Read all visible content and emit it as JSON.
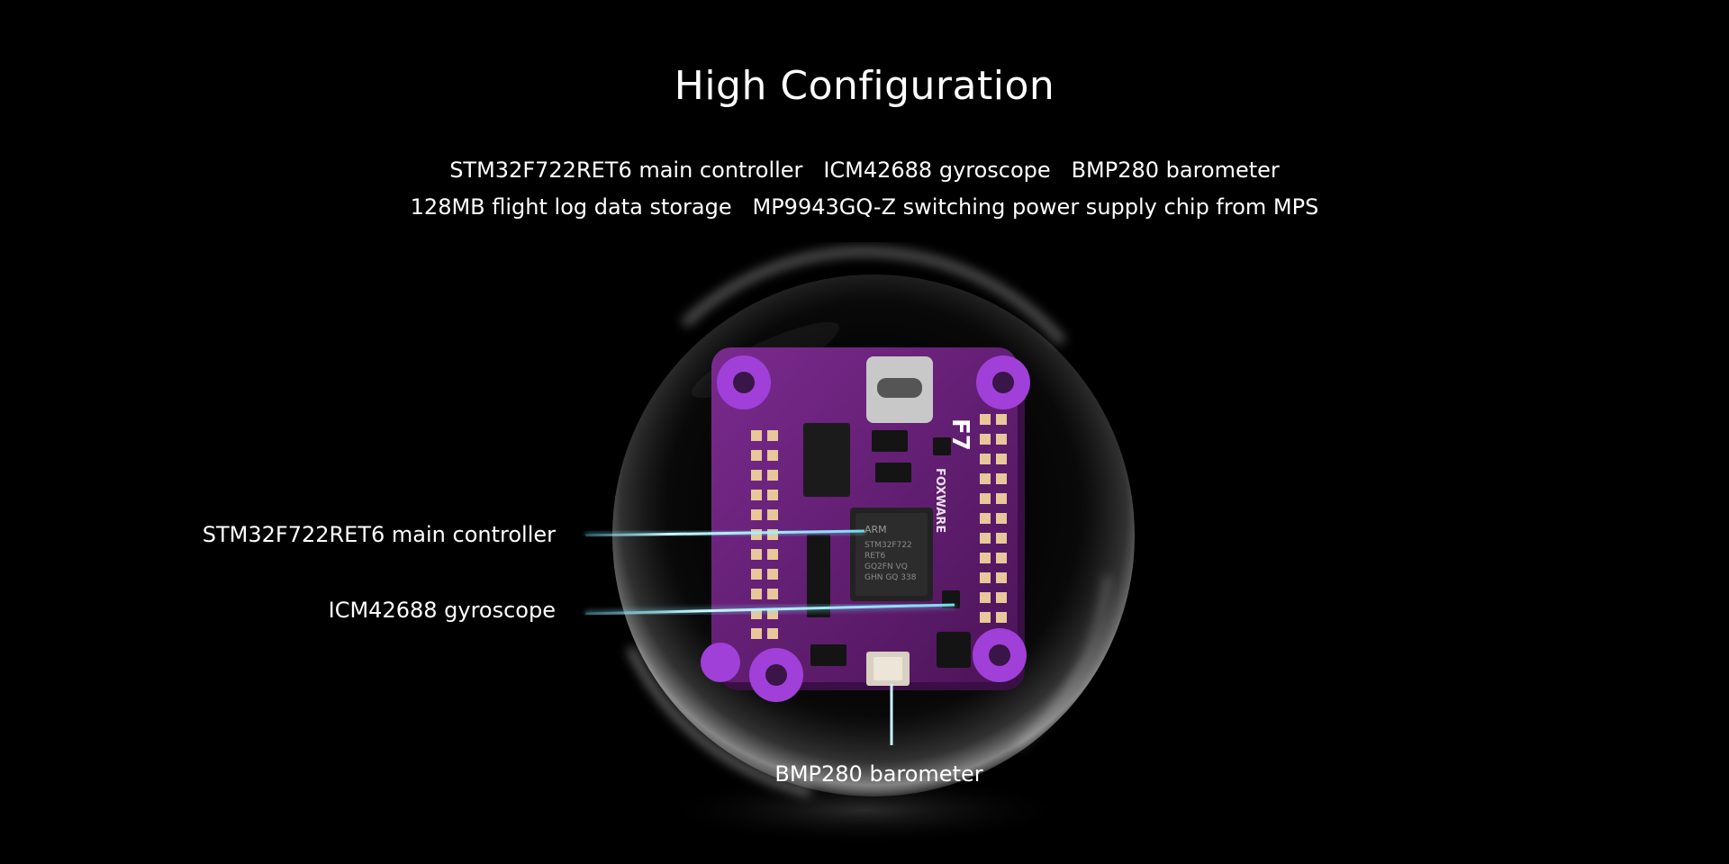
{
  "header": {
    "title": "High Configuration",
    "line1": "STM32F722RET6 main controller   ICM42688 gyroscope   BMP280 barometer",
    "line2": "128MB flight log data storage   MP9943GQ-Z switching power supply chip from MPS"
  },
  "board": {
    "brand": "FOXWARE",
    "model": "F7",
    "chip_brand": "ARM",
    "chip_text": [
      "STM32F722",
      "RET6",
      "GQ2FN VQ",
      "GHN GQ 338"
    ],
    "pcb_color": "#6a1f7a",
    "mount_color": "#a040d8",
    "line_color": "#7fe8ff"
  },
  "callouts": {
    "mcu": "STM32F722RET6 main controller",
    "gyro": "ICM42688 gyroscope",
    "baro": "BMP280 barometer"
  }
}
